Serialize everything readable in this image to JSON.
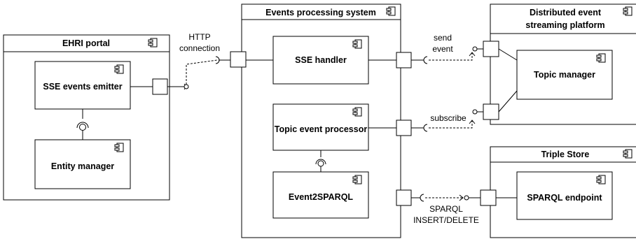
{
  "diagram": {
    "containers": {
      "ehri_portal": "EHRI portal",
      "events_processing": "Events processing system",
      "distributed_platform_line1": "Distributed event",
      "distributed_platform_line2": "streaming platform",
      "triple_store": "Triple Store"
    },
    "components": {
      "sse_emitter": "SSE events emitter",
      "entity_manager": "Entity manager",
      "sse_handler": "SSE handler",
      "topic_event_processor": "Topic event processor",
      "event2sparql": "Event2SPARQL",
      "topic_manager": "Topic manager",
      "sparql_endpoint": "SPARQL endpoint"
    },
    "connections": {
      "http_line1": "HTTP",
      "http_line2": "connection",
      "send_line1": "send",
      "send_line2": "event",
      "subscribe": "subscribe",
      "sparql_line1": "SPARQL",
      "sparql_line2": "INSERT/DELETE"
    }
  }
}
